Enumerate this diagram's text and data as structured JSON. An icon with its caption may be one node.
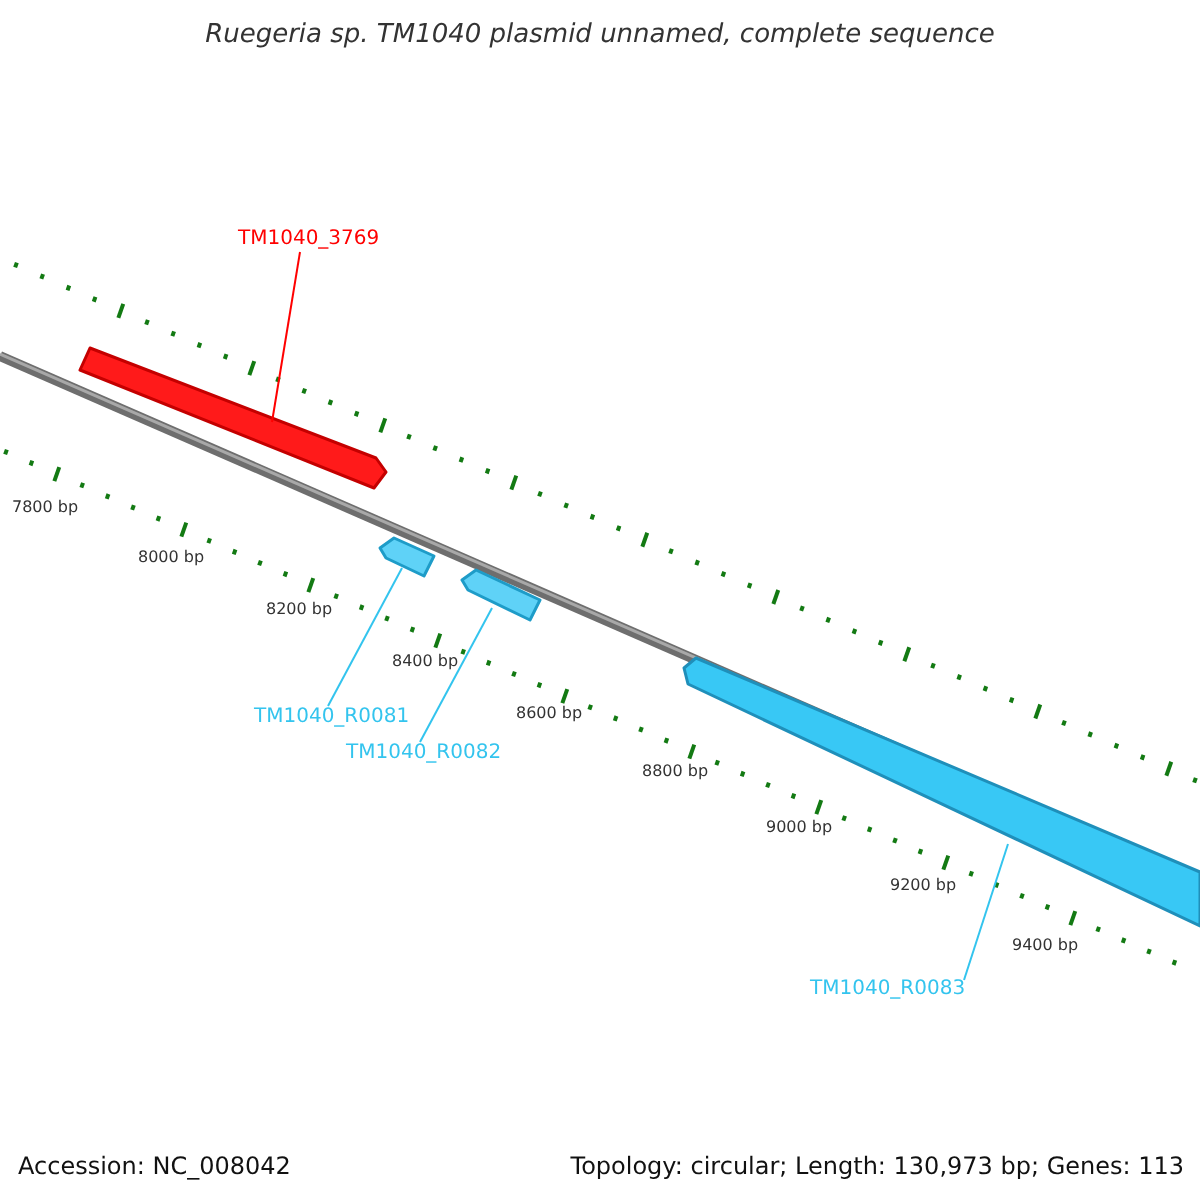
{
  "diagram": {
    "title": "Ruegeria sp. TM1040 plasmid unnamed, complete sequence",
    "nodes": [
      {
        "text": [
          "TM1040_3769"
        ]
      },
      {
        "text": [],
        "shape": "bar"
      },
      {
        "text": [],
        "shape": "bar"
      },
      {
        "text": [],
        "shape": "bar"
      },
      {
        "text": [
          "TM1040_R0081"
        ]
      },
      {
        "text": [
          "TM1040_R0082"
        ]
      },
      {
        "text": [],
        "shape": "bar"
      },
      {
        "text": [
          "TM1040_R0083"
        ]
      }
    ],
    "edges": [
      {
        "from": 0,
        "to": 1,
        "arrow": "none",
        "color": "#ff0000"
      },
      {
        "from": 4,
        "to": 2,
        "arrow": "none"
      },
      {
        "from": 5,
        "to": 3,
        "arrow": "none"
      },
      {
        "from": 7,
        "to": 6,
        "arrow": "none"
      }
    ],
    "labels": [
      "7800 bp",
      "8000 bp",
      "8200 bp",
      "8400 bp",
      "8600 bp",
      "8800 bp",
      "9000 bp",
      "9200 bp",
      "9400 bp",
      "Accession: NC_008042",
      "Topology: circular; Length: 130,973 bp; Genes: 113"
    ]
  }
}
